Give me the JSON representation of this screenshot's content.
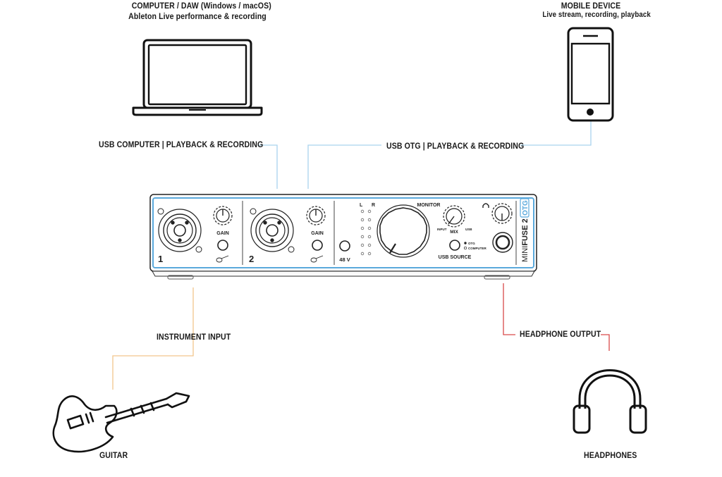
{
  "computer": {
    "title": "COMPUTER / DAW (Windows / macOS)",
    "subtitle": "Ableton Live performance & recording"
  },
  "mobile": {
    "title": "MOBILE DEVICE",
    "subtitle": "Live stream, recording, playback"
  },
  "connections": {
    "usb_computer": "USB COMPUTER | PLAYBACK & RECORDING",
    "usb_otg": "USB OTG | PLAYBACK & RECORDING",
    "instrument_input": "INSTRUMENT INPUT",
    "headphone_output": "HEADPHONE OUTPUT"
  },
  "guitar": {
    "label": "GUITAR"
  },
  "headphones": {
    "label": "HEADPHONES"
  },
  "interface": {
    "brand_a": "MINI",
    "brand_b": "FUSE 2",
    "badge": "OTG",
    "ch1_gain": "GAIN",
    "ch2_gain": "GAIN",
    "ch1_number": "1",
    "ch2_number": "2",
    "phantom": "48 V",
    "meter_l": "L",
    "meter_r": "R",
    "monitor": "MONITOR",
    "mix": "MIX",
    "mix_input": "INPUT",
    "mix_usb": "USB",
    "usb_source": "USB SOURCE",
    "src_otg": "OTG",
    "src_computer": "COMPUTER",
    "headphone_symbol": "headphone-icon"
  },
  "colors": {
    "usb_line": "#a9d3ee",
    "instrument_line": "#f2c58c",
    "headphone_line": "#d94a4a",
    "panel_accent": "#5aa9dc"
  }
}
